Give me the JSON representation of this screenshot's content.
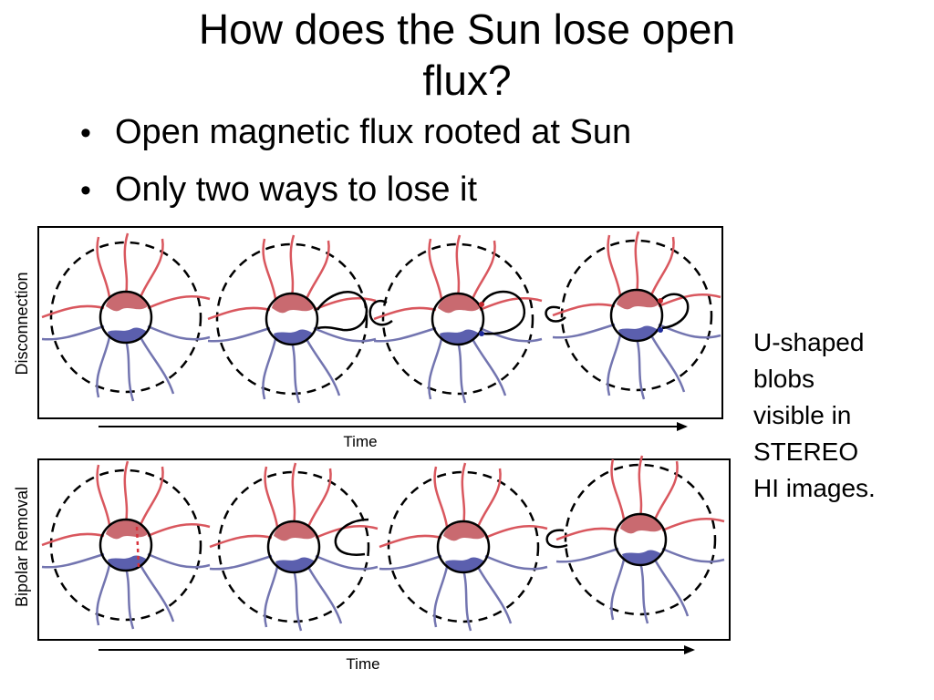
{
  "slide": {
    "title_line1": "How does the Sun lose open",
    "title_line2": "flux?",
    "bullets": [
      "Open magnetic flux rooted at Sun",
      "Only two ways to lose it"
    ],
    "side_note_lines": [
      "U-shaped",
      "blobs",
      "visible in",
      "STEREO",
      "HI images."
    ]
  },
  "figure": {
    "panels": [
      {
        "id": "top",
        "label": "Disconnection",
        "axis_label": "Time"
      },
      {
        "id": "bottom",
        "label": "Bipolar Removal",
        "axis_label": "Time"
      }
    ],
    "colors": {
      "red_field": "#d9575e",
      "blue_field": "#7375b0",
      "red_cap": "#c96a70",
      "blue_cap": "#5b5fae",
      "frame": "#000000"
    }
  }
}
